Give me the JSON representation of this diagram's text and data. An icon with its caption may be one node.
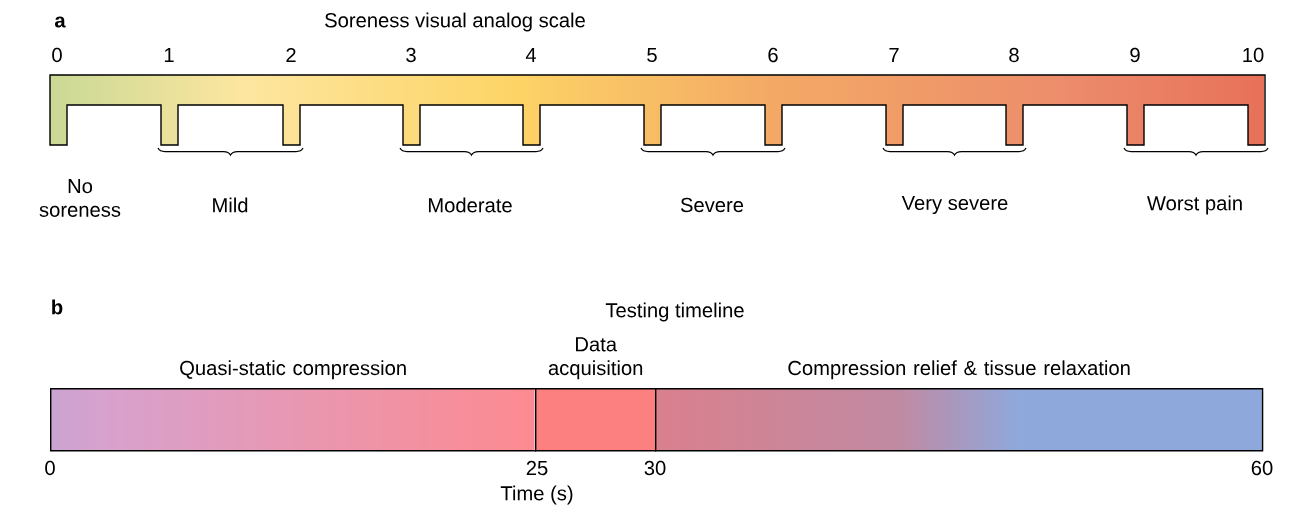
{
  "diagram": {
    "nodes": [
      {
        "text": [
          "Quasi-static compression"
        ]
      },
      {
        "text": [
          "Data acquisition"
        ]
      },
      {
        "text": [
          "Compression relief & tissue relaxation"
        ]
      }
    ],
    "labels": [
      "a",
      "Soreness visual analog scale",
      "0",
      "1",
      "2",
      "3",
      "4",
      "5",
      "6",
      "7",
      "8",
      "9",
      "10",
      "No soreness",
      "Mild",
      "Moderate",
      "Severe",
      "Very severe",
      "Worst pain",
      "b",
      "Testing timeline",
      "0",
      "25",
      "30",
      "60",
      "Time (s)"
    ]
  }
}
